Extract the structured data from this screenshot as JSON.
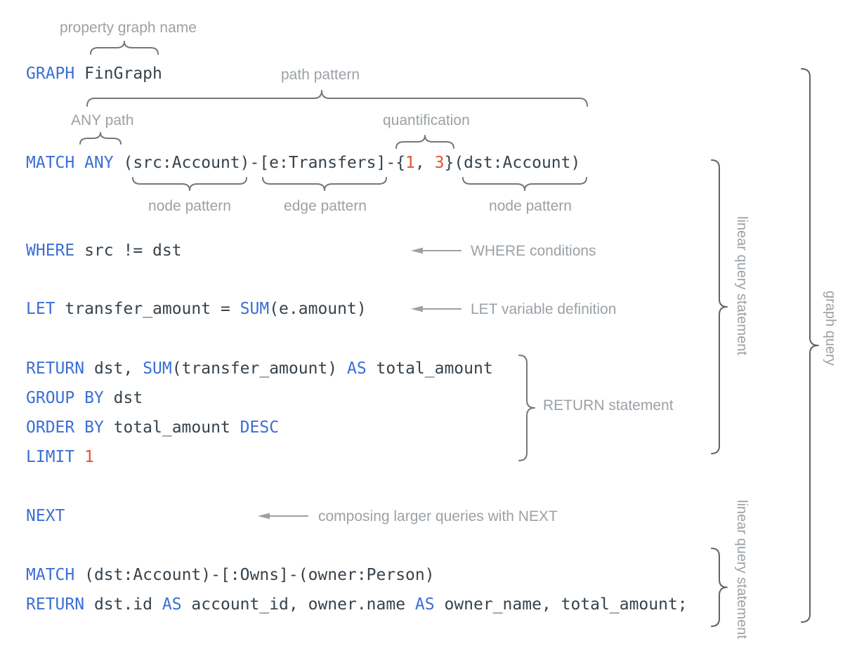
{
  "colors": {
    "keyword_blue": "#3B6FD4",
    "code_dark": "#37424B",
    "number_orange": "#E8512F",
    "annotation_gray": "#9BA1A6",
    "brace_gray": "#73787C"
  },
  "annotations": {
    "property_graph_name": "property graph name",
    "path_pattern": "path pattern",
    "any_path": "ANY path",
    "quantification": "quantification",
    "node_pattern_1": "node pattern",
    "edge_pattern": "edge pattern",
    "node_pattern_2": "node pattern",
    "where_conditions": "WHERE conditions",
    "let_variable_definition": "LET variable definition",
    "return_statement": "RETURN statement",
    "next_note": "composing larger queries with NEXT",
    "linear_query_statement_1": "linear query statement",
    "graph_query": "graph query",
    "linear_query_statement_2": "linear query statement"
  },
  "code": {
    "graph_line": [
      {
        "t": "GRAPH",
        "c": "kw"
      },
      {
        "t": " FinGraph",
        "c": "code"
      }
    ],
    "match_line": [
      {
        "t": "MATCH ANY",
        "c": "kw"
      },
      {
        "t": " (src:Account)-[e:Transfers]-{",
        "c": "code"
      },
      {
        "t": "1",
        "c": "num"
      },
      {
        "t": ", ",
        "c": "code"
      },
      {
        "t": "3",
        "c": "num"
      },
      {
        "t": "}(dst:Account)",
        "c": "code"
      }
    ],
    "where_line": [
      {
        "t": "WHERE",
        "c": "kw"
      },
      {
        "t": " src != dst",
        "c": "code"
      }
    ],
    "let_line": [
      {
        "t": "LET",
        "c": "kw"
      },
      {
        "t": " transfer_amount = ",
        "c": "code"
      },
      {
        "t": "SUM",
        "c": "kw"
      },
      {
        "t": "(e.amount)",
        "c": "code"
      }
    ],
    "return_line": [
      {
        "t": "RETURN",
        "c": "kw"
      },
      {
        "t": " dst, ",
        "c": "code"
      },
      {
        "t": "SUM",
        "c": "kw"
      },
      {
        "t": "(transfer_amount) ",
        "c": "code"
      },
      {
        "t": "AS",
        "c": "kw"
      },
      {
        "t": " total_amount",
        "c": "code"
      }
    ],
    "group_by_line": [
      {
        "t": "GROUP BY",
        "c": "kw"
      },
      {
        "t": " dst",
        "c": "code"
      }
    ],
    "order_by_line": [
      {
        "t": "ORDER BY",
        "c": "kw"
      },
      {
        "t": " total_amount ",
        "c": "code"
      },
      {
        "t": "DESC",
        "c": "kw"
      }
    ],
    "limit_line": [
      {
        "t": "LIMIT",
        "c": "kw"
      },
      {
        "t": " ",
        "c": "code"
      },
      {
        "t": "1",
        "c": "num"
      }
    ],
    "next_line": [
      {
        "t": "NEXT",
        "c": "kw"
      }
    ],
    "match2_line": [
      {
        "t": "MATCH",
        "c": "kw"
      },
      {
        "t": " (dst:Account)-[:Owns]-(owner:Person)",
        "c": "code"
      }
    ],
    "return2_line": [
      {
        "t": "RETURN",
        "c": "kw"
      },
      {
        "t": " dst.id ",
        "c": "code"
      },
      {
        "t": "AS",
        "c": "kw"
      },
      {
        "t": " account_id, owner.name ",
        "c": "code"
      },
      {
        "t": "AS",
        "c": "kw"
      },
      {
        "t": " owner_name, total_amount;",
        "c": "code"
      }
    ]
  }
}
